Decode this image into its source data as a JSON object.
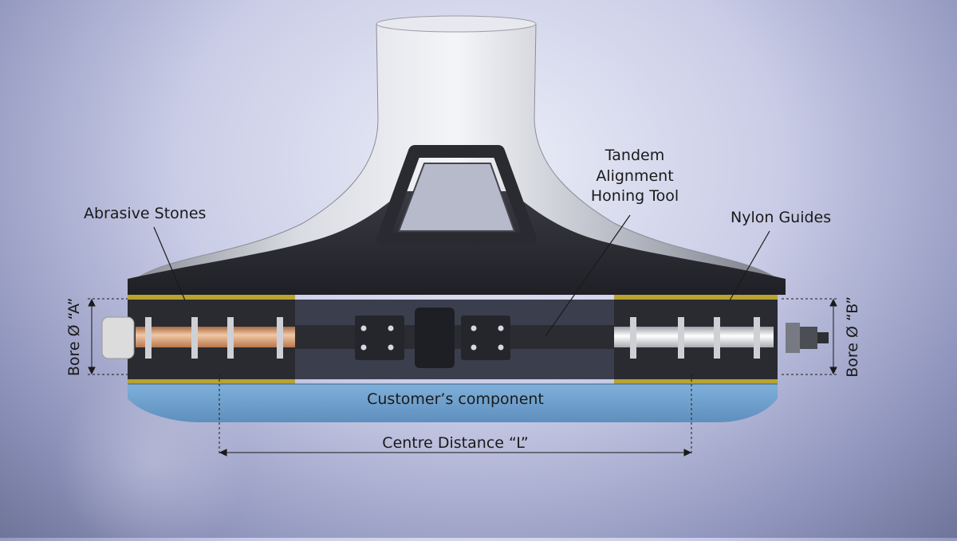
{
  "labels": {
    "tool_name_line1": "Tandem",
    "tool_name_line2": "Alignment",
    "tool_name_line3": "Honing Tool",
    "abrasive_stones": "Abrasive Stones",
    "nylon_guides": "Nylon Guides",
    "bore_a": "Bore Ø “A”",
    "bore_b": "Bore Ø “B”",
    "customer_component": "Customer’s component",
    "centre_distance": "Centre Distance “L”"
  },
  "colors": {
    "component": "#6e9fcc",
    "tool_body": "#2c2d33",
    "stone_copper": "#c98a5e",
    "stone_silver": "#e9e9ee",
    "handle_metal": "#c4c6cf",
    "yellow_strip": "#b8a330"
  }
}
